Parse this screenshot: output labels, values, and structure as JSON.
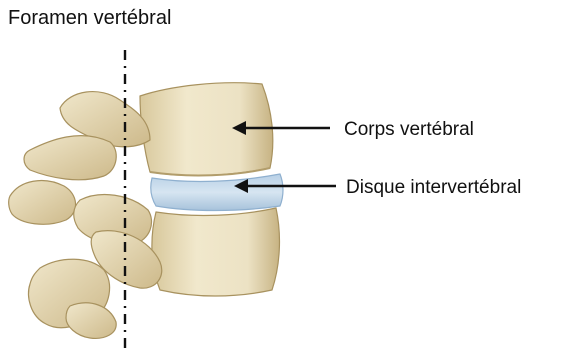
{
  "labels": {
    "foramen": "Foramen vertébral",
    "corps": "Corps vertébral",
    "disque": "Disque intervertébral"
  },
  "colors": {
    "bone": "#ece2c4",
    "bone_shadow": "#c9b68a",
    "bone_outline": "#a8925f",
    "disc": "#c9dcec",
    "disc_shadow": "#9fbcd6",
    "arrow": "#111111"
  }
}
